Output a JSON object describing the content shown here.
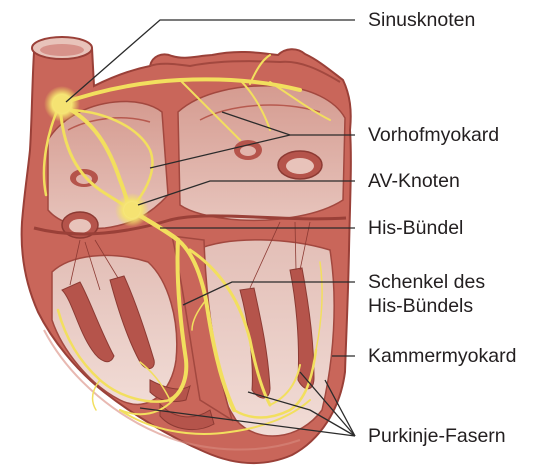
{
  "colors": {
    "muscle": "#c9665a",
    "muscle_dark": "#a2483f",
    "muscle_light": "#e8c3ba",
    "chamber": "#ddb0a7",
    "chamber_pale": "#efd9d3",
    "conduction": "#f2df5e",
    "conduction_glow": "#fff3a6",
    "leader": "#2b2b2b",
    "text": "#231f20"
  },
  "labels": {
    "sinusknoten": "Sinusknoten",
    "vorhofmyokard": "Vorhofmyokard",
    "av_knoten": "AV-Knoten",
    "his_buendel": "His-Bündel",
    "schenkel_line1": "Schenkel des",
    "schenkel_line2": "His-Bündels",
    "kammermyokard": "Kammermyokard",
    "purkinje": "Purkinje-Fasern"
  }
}
